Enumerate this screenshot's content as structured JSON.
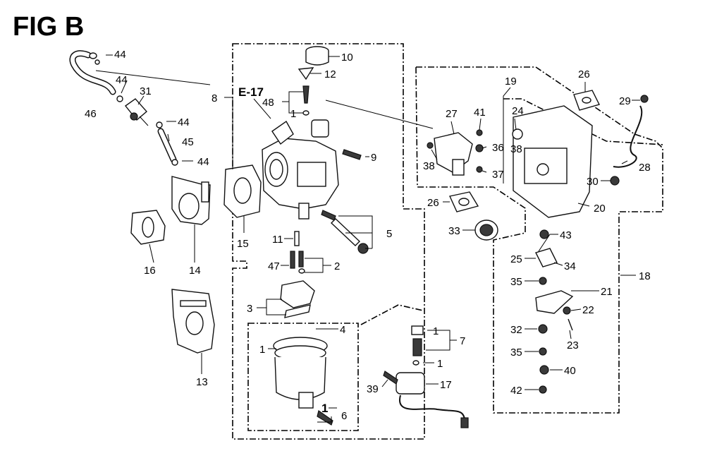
{
  "figure": {
    "title": "FIG B"
  },
  "reference": {
    "label": "E-17"
  },
  "callouts": {
    "c1a": "1",
    "c1b": "1",
    "c1c": "1",
    "c1d": "1",
    "c1e": "1",
    "c2": "2",
    "c3": "3",
    "c4": "4",
    "c5": "5",
    "c6": "6",
    "c7": "7",
    "c8": "8",
    "c9": "9",
    "c10": "10",
    "c11": "11",
    "c12": "12",
    "c13": "13",
    "c14": "14",
    "c15": "15",
    "c16": "16",
    "c17": "17",
    "c18": "18",
    "c19": "19",
    "c20": "20",
    "c21": "21",
    "c22": "22",
    "c23": "23",
    "c24": "24",
    "c25": "25",
    "c26a": "26",
    "c26b": "26",
    "c27": "27",
    "c28": "28",
    "c29": "29",
    "c30": "30",
    "c31": "31",
    "c32": "32",
    "c33": "33",
    "c34": "34",
    "c35a": "35",
    "c35b": "35",
    "c36": "36",
    "c37": "37",
    "c38a": "38",
    "c38b": "38",
    "c39": "39",
    "c40": "40",
    "c41": "41",
    "c42": "42",
    "c43": "43",
    "c44a": "44",
    "c44b": "44",
    "c44c": "44",
    "c44d": "44",
    "c45": "45",
    "c46": "46",
    "c47": "47",
    "c48": "48"
  }
}
